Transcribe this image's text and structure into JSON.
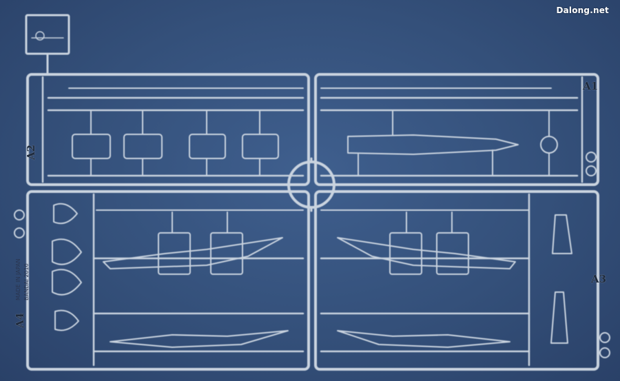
{
  "watermark": "Dalong.net",
  "gates": {
    "a1": "A1",
    "a2": "A2",
    "a3": "A3",
    "a4": "A4"
  },
  "mold_text": {
    "line1": "MADE IN JAPAN",
    "line2": "BANDAI 2010"
  },
  "colors": {
    "background": "#34507a",
    "plastic": "#c9d3df",
    "plastic_edge": "#8d9bb0",
    "label_text": "#1e2a3c"
  }
}
